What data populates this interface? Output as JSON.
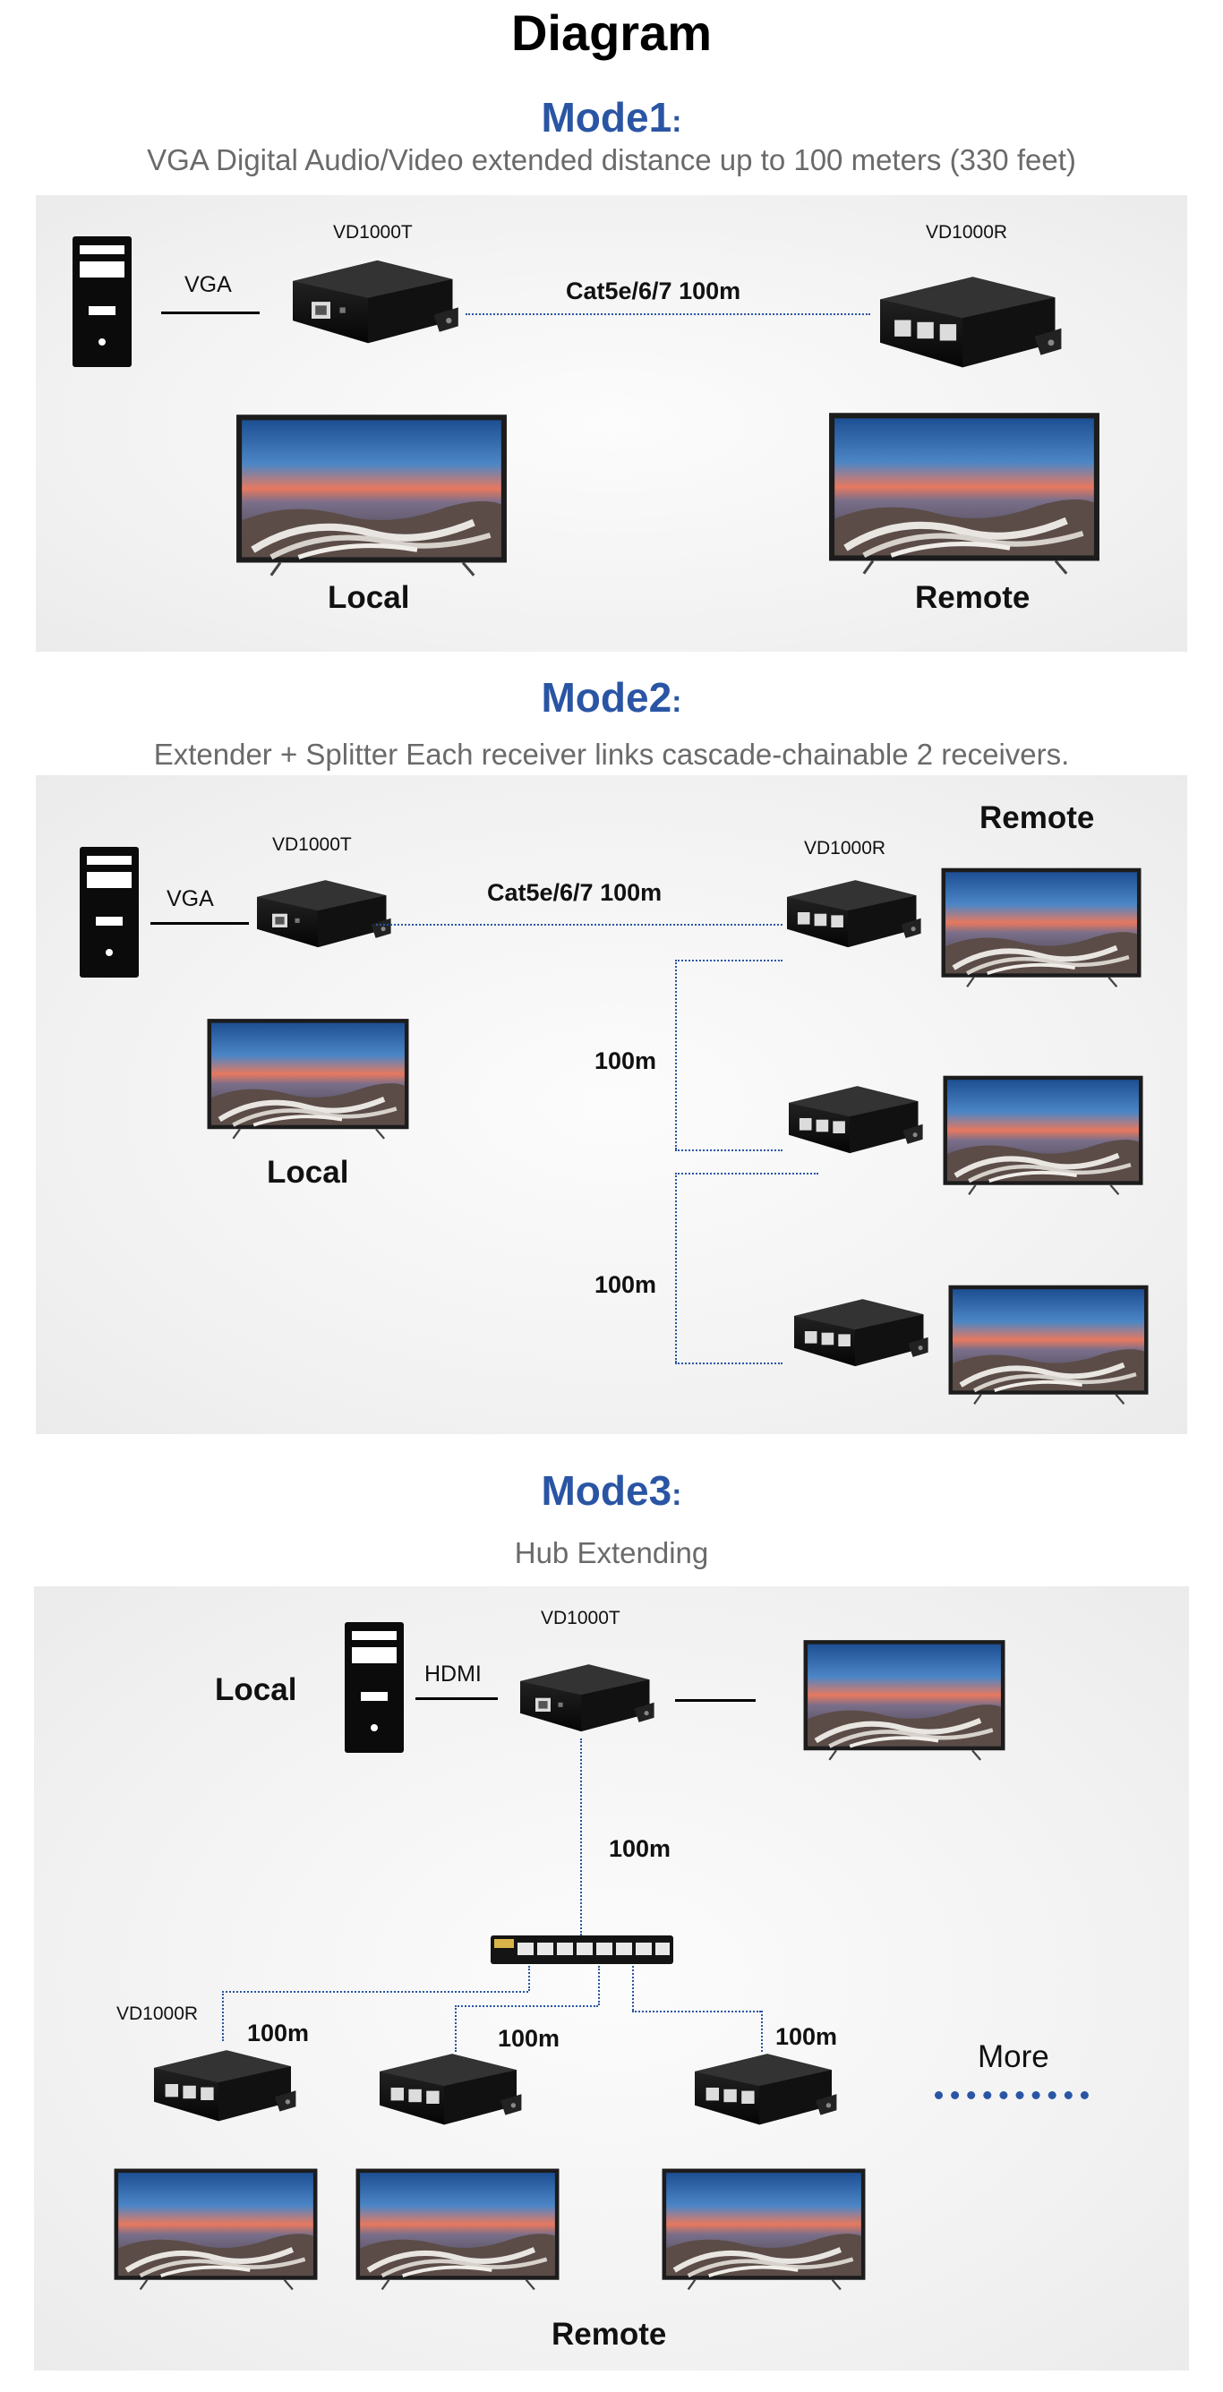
{
  "page": {
    "title": "Diagram"
  },
  "mode1": {
    "title": "Mode1",
    "colon": ":",
    "subtitle": "VGA Digital Audio/Video extended distance up to 100 meters (330 feet)",
    "vga": "VGA",
    "transmitter": "VD1000T",
    "receiver": "VD1000R",
    "cable": "Cat5e/6/7 100m",
    "local": "Local",
    "remote": "Remote"
  },
  "mode2": {
    "title": "Mode2",
    "colon": ":",
    "subtitle": "Extender + Splitter Each receiver links cascade-chainable 2 receivers.",
    "vga": "VGA",
    "transmitter": "VD1000T",
    "receiver": "VD1000R",
    "cable": "Cat5e/6/7 100m",
    "remote": "Remote",
    "local": "Local",
    "dist1": "100m",
    "dist2": "100m"
  },
  "mode3": {
    "title": "Mode3",
    "colon": ":",
    "subtitle": "Hub Extending",
    "local": "Local",
    "hdmi": "HDMI",
    "transmitter": "VD1000T",
    "receiver": "VD1000R",
    "dist_hub": "100m",
    "dist_r1": "100m",
    "dist_r2": "100m",
    "dist_r3": "100m",
    "more": "More",
    "remote": "Remote"
  },
  "colors": {
    "accent": "#2a55a4",
    "subtitle": "#6a6a6a"
  }
}
